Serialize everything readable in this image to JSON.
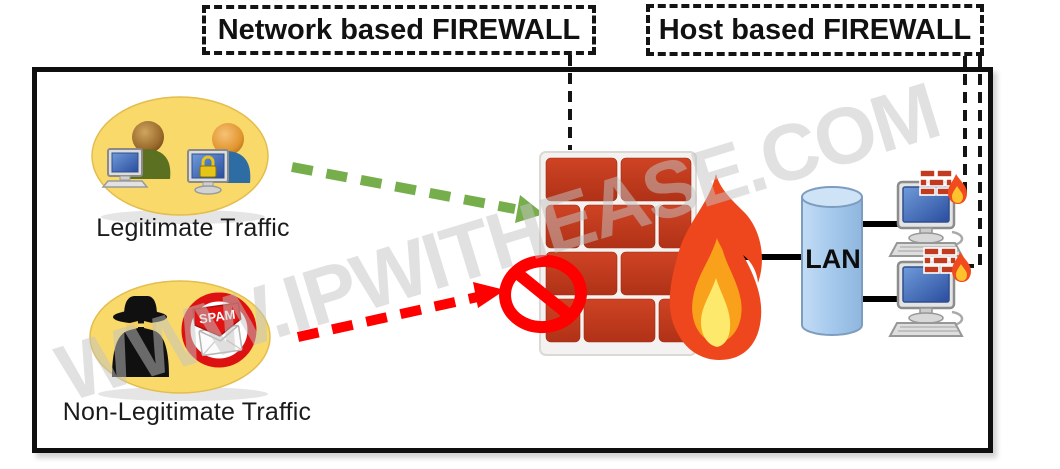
{
  "callouts": {
    "network_firewall_label": "Network based FIREWALL",
    "host_firewall_label": "Host based FIREWALL"
  },
  "diagram": {
    "legitimate_label": "Legitimate Traffic",
    "non_legitimate_label": "Non-Legitimate Traffic",
    "lan_label": "LAN",
    "spam_label": "SPAM",
    "watermark": "WWW.IPWITHEASE.COM"
  },
  "icons": [
    "legitimate-users-icon",
    "hacker-icon",
    "spam-stamp-icon",
    "firewall-brick-wall-icon",
    "flame-icon",
    "no-entry-icon",
    "lan-cylinder",
    "workstation-icon",
    "mini-firewall-icon"
  ],
  "colors": {
    "brick": "#c5391f",
    "brick_dark": "#a92d15",
    "flame_outer": "#e8401c",
    "flame_mid": "#f9a11b",
    "flame_core": "#fde96c",
    "legit_arrow_green": "#76ae4c",
    "blocked_arrow_red": "#fe0000",
    "ellipse_yellow": "#f8d96a",
    "lan_blue": "#aecff0",
    "frame_border": "#0f0f0f",
    "watermark_gray": "#c4c4c4"
  }
}
